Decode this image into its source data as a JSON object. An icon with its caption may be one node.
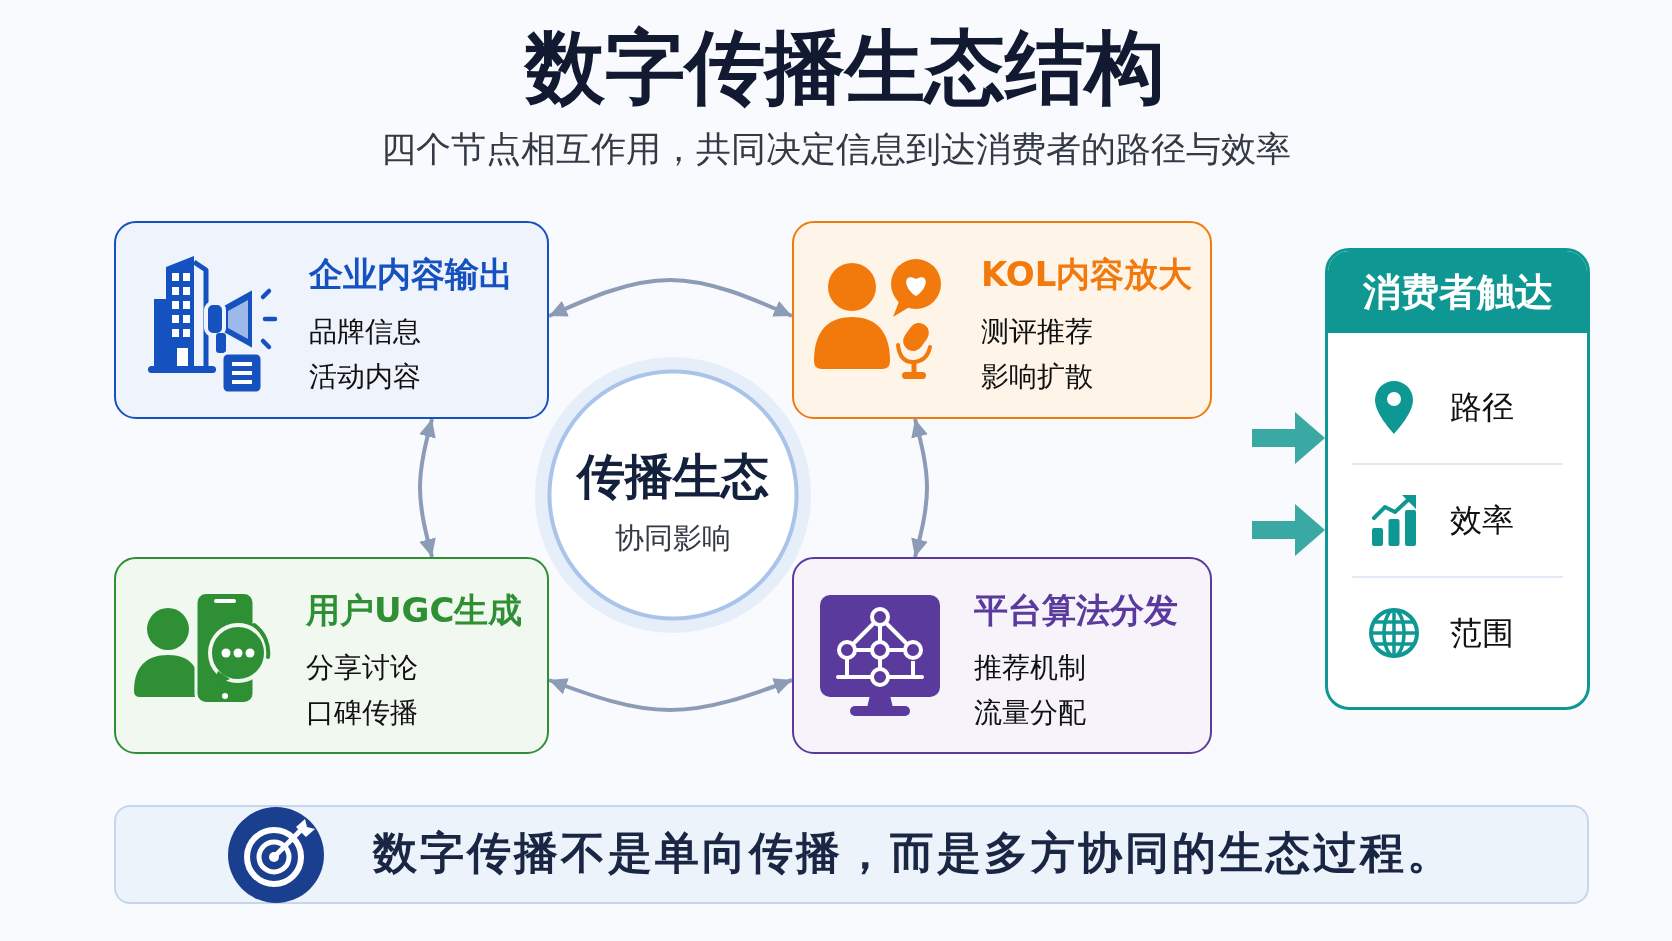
{
  "diagram": {
    "title": "数字传播生态结构",
    "nodes": [
      {
        "text": [
          "企业内容输出",
          "品牌信息",
          "活动内容"
        ]
      },
      {
        "text": [
          "KOL内容放大",
          "测评推荐",
          "影响扩散"
        ]
      },
      {
        "text": [
          "传播生态",
          "协同影响"
        ]
      },
      {
        "text": [
          "用户UGC生成",
          "分享讨论",
          "口碑传播"
        ]
      },
      {
        "text": [
          "平台算法分发",
          "推荐机制",
          "流量分配"
        ]
      },
      {
        "text": [
          "消费者触达",
          "路径",
          "效率",
          "范围"
        ]
      },
      {
        "text": [
          "数字传播不是单向传播，而是多方协同的生态过程。"
        ]
      }
    ],
    "edges": [
      {
        "from": 0,
        "to": 1,
        "arrow": "both"
      },
      {
        "from": 0,
        "to": 3,
        "arrow": "both"
      },
      {
        "from": 1,
        "to": 4,
        "arrow": "both"
      },
      {
        "from": 3,
        "to": 4,
        "arrow": "both"
      },
      {
        "from": null,
        "to": 5,
        "arrow": "to",
        "style": "thick",
        "color": "#3aa9a3"
      },
      {
        "from": null,
        "to": 5,
        "arrow": "to",
        "style": "thick",
        "color": "#3aa9a3"
      }
    ],
    "labels": [
      "四个节点相互作用，共同决定信息到达消费者的路径与效率"
    ]
  }
}
